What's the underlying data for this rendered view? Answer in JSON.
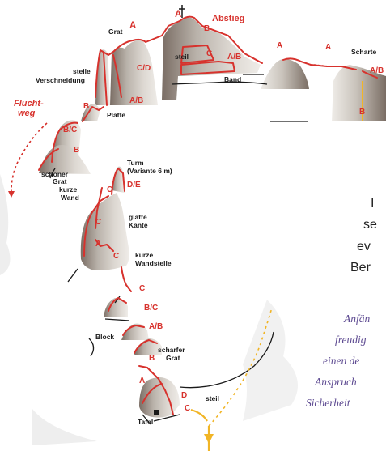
{
  "topo": {
    "labels": {
      "grat": "Grat",
      "absteig": "Abstieg",
      "steil_top": "steil",
      "band": "Band",
      "scharte": "Scharte",
      "steile_verschneidung_1": "steile",
      "steile_verschneidung_2": "Verschneidung",
      "platte": "Platte",
      "fluchtweg_1": "Flucht-",
      "fluchtweg_2": "weg",
      "schoener_grat_1": "schöner",
      "schoener_grat_2": "Grat",
      "kurze_wand_1": "kurze",
      "kurze_wand_2": "Wand",
      "turm_1": "Turm",
      "turm_2": "(Variante 6 m)",
      "glatte_kante_1": "glatte",
      "glatte_kante_2": "Kante",
      "kurze_wandstelle_1": "kurze",
      "kurze_wandstelle_2": "Wandstelle",
      "block": "Block",
      "scharfer_grat_1": "scharfer",
      "scharfer_grat_2": "Grat",
      "steil_bottom": "steil",
      "tafel": "Tafel"
    },
    "grades": {
      "a_grat": "A",
      "a_summit": "A",
      "b_summit": "B",
      "c_summit": "C",
      "ab_band": "A/B",
      "cd": "C/D",
      "ab_left": "A/B",
      "a_right1": "A",
      "a_right2": "A",
      "ab_right": "A/B",
      "b_left": "B",
      "bc_left": "B/C",
      "b_mid": "B",
      "c_wand": "C",
      "de": "D/E",
      "c_kante": "C",
      "a_kante": "A",
      "c_wandstelle": "C",
      "c_lower": "C",
      "bc_lower": "B/C",
      "ab_lower": "A/B",
      "b_lower": "B",
      "a_bottom": "A",
      "d_bottom": "D",
      "c_bottom": "C",
      "b_right": "B"
    }
  },
  "text": {
    "lines": [
      "I",
      "se",
      "ev",
      "Ber"
    ],
    "italic_lines": [
      "Anfän",
      "freudig",
      "einen de",
      "Anspruch",
      "Sicherheit"
    ]
  },
  "colors": {
    "route_red": "#d7322d",
    "rock_fill": "#c9c4bd",
    "rock_shadow": "#7d7168",
    "ink": "#1a1a1a",
    "descent_yellow": "#f1b526",
    "italic_purple": "#5d4a91"
  }
}
